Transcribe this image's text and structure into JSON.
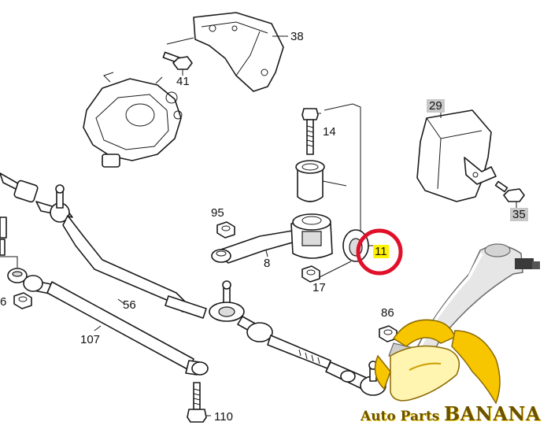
{
  "labels": {
    "p38": "38",
    "p41": "41",
    "p14": "14",
    "p29": "29",
    "p35": "35",
    "p95": "95",
    "p8": "8",
    "p11": "11",
    "p17": "17",
    "p56": "56",
    "p6": "6",
    "p107": "107",
    "p86": "86",
    "p110": "110"
  },
  "watermark": {
    "brand_small": "Auto Parts",
    "brand_big": "BANANA"
  },
  "colors": {
    "highlight_circle": "#e0102a",
    "highlight_label": "#fff200",
    "boxed_label": "#c8c8c8",
    "banana_yellow": "#f7c600"
  }
}
